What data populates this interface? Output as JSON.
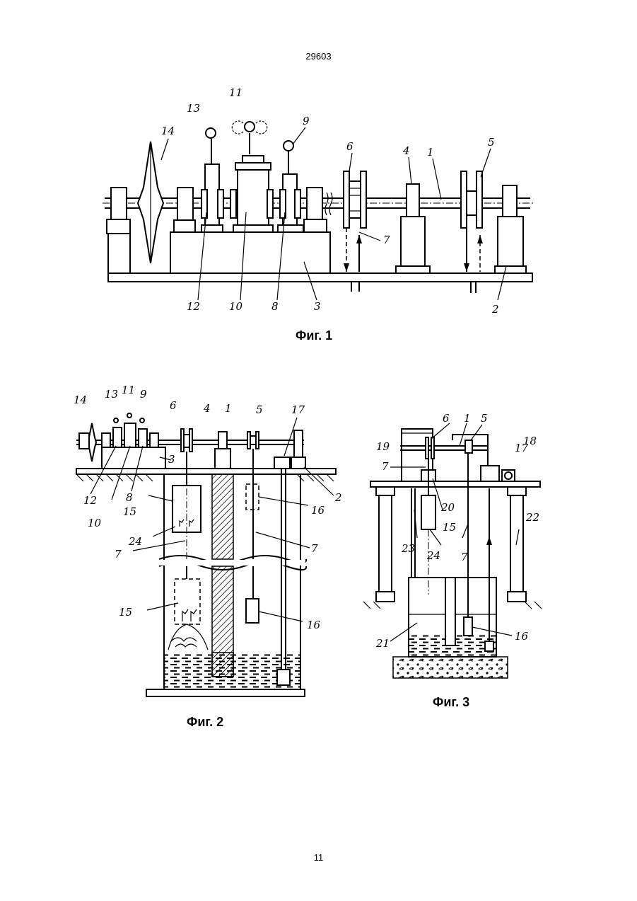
{
  "header": {
    "doc_number": "29603"
  },
  "footer": {
    "page_number": "11"
  },
  "figures": [
    {
      "caption": "Фиг. 1",
      "labels": {
        "l1": "1",
        "l2": "2",
        "l3": "3",
        "l4": "4",
        "l5": "5",
        "l6": "6",
        "l7": "7",
        "l8": "8",
        "l9": "9",
        "l10": "10",
        "l11": "11",
        "l12": "12",
        "l13": "13",
        "l14": "14"
      }
    },
    {
      "caption": "Фиг. 2",
      "labels": {
        "l1": "1",
        "l2": "2",
        "l3": "3",
        "l4": "4",
        "l5": "5",
        "l6": "6",
        "l7a": "7",
        "l7b": "7",
        "l8": "8",
        "l9": "9",
        "l10": "10",
        "l11": "11",
        "l12": "12",
        "l13": "13",
        "l14": "14",
        "l15a": "15",
        "l15b": "15",
        "l16a": "16",
        "l16b": "16",
        "l17": "17",
        "l24": "24"
      }
    },
    {
      "caption": "Фиг. 3",
      "labels": {
        "l1": "1",
        "l5": "5",
        "l6": "6",
        "l7a": "7",
        "l7b": "7",
        "l15": "15",
        "l16": "16",
        "l17": "17",
        "l18": "18",
        "l19": "19",
        "l20": "20",
        "l21": "21",
        "l22": "22",
        "l23": "23",
        "l24": "24"
      }
    }
  ]
}
